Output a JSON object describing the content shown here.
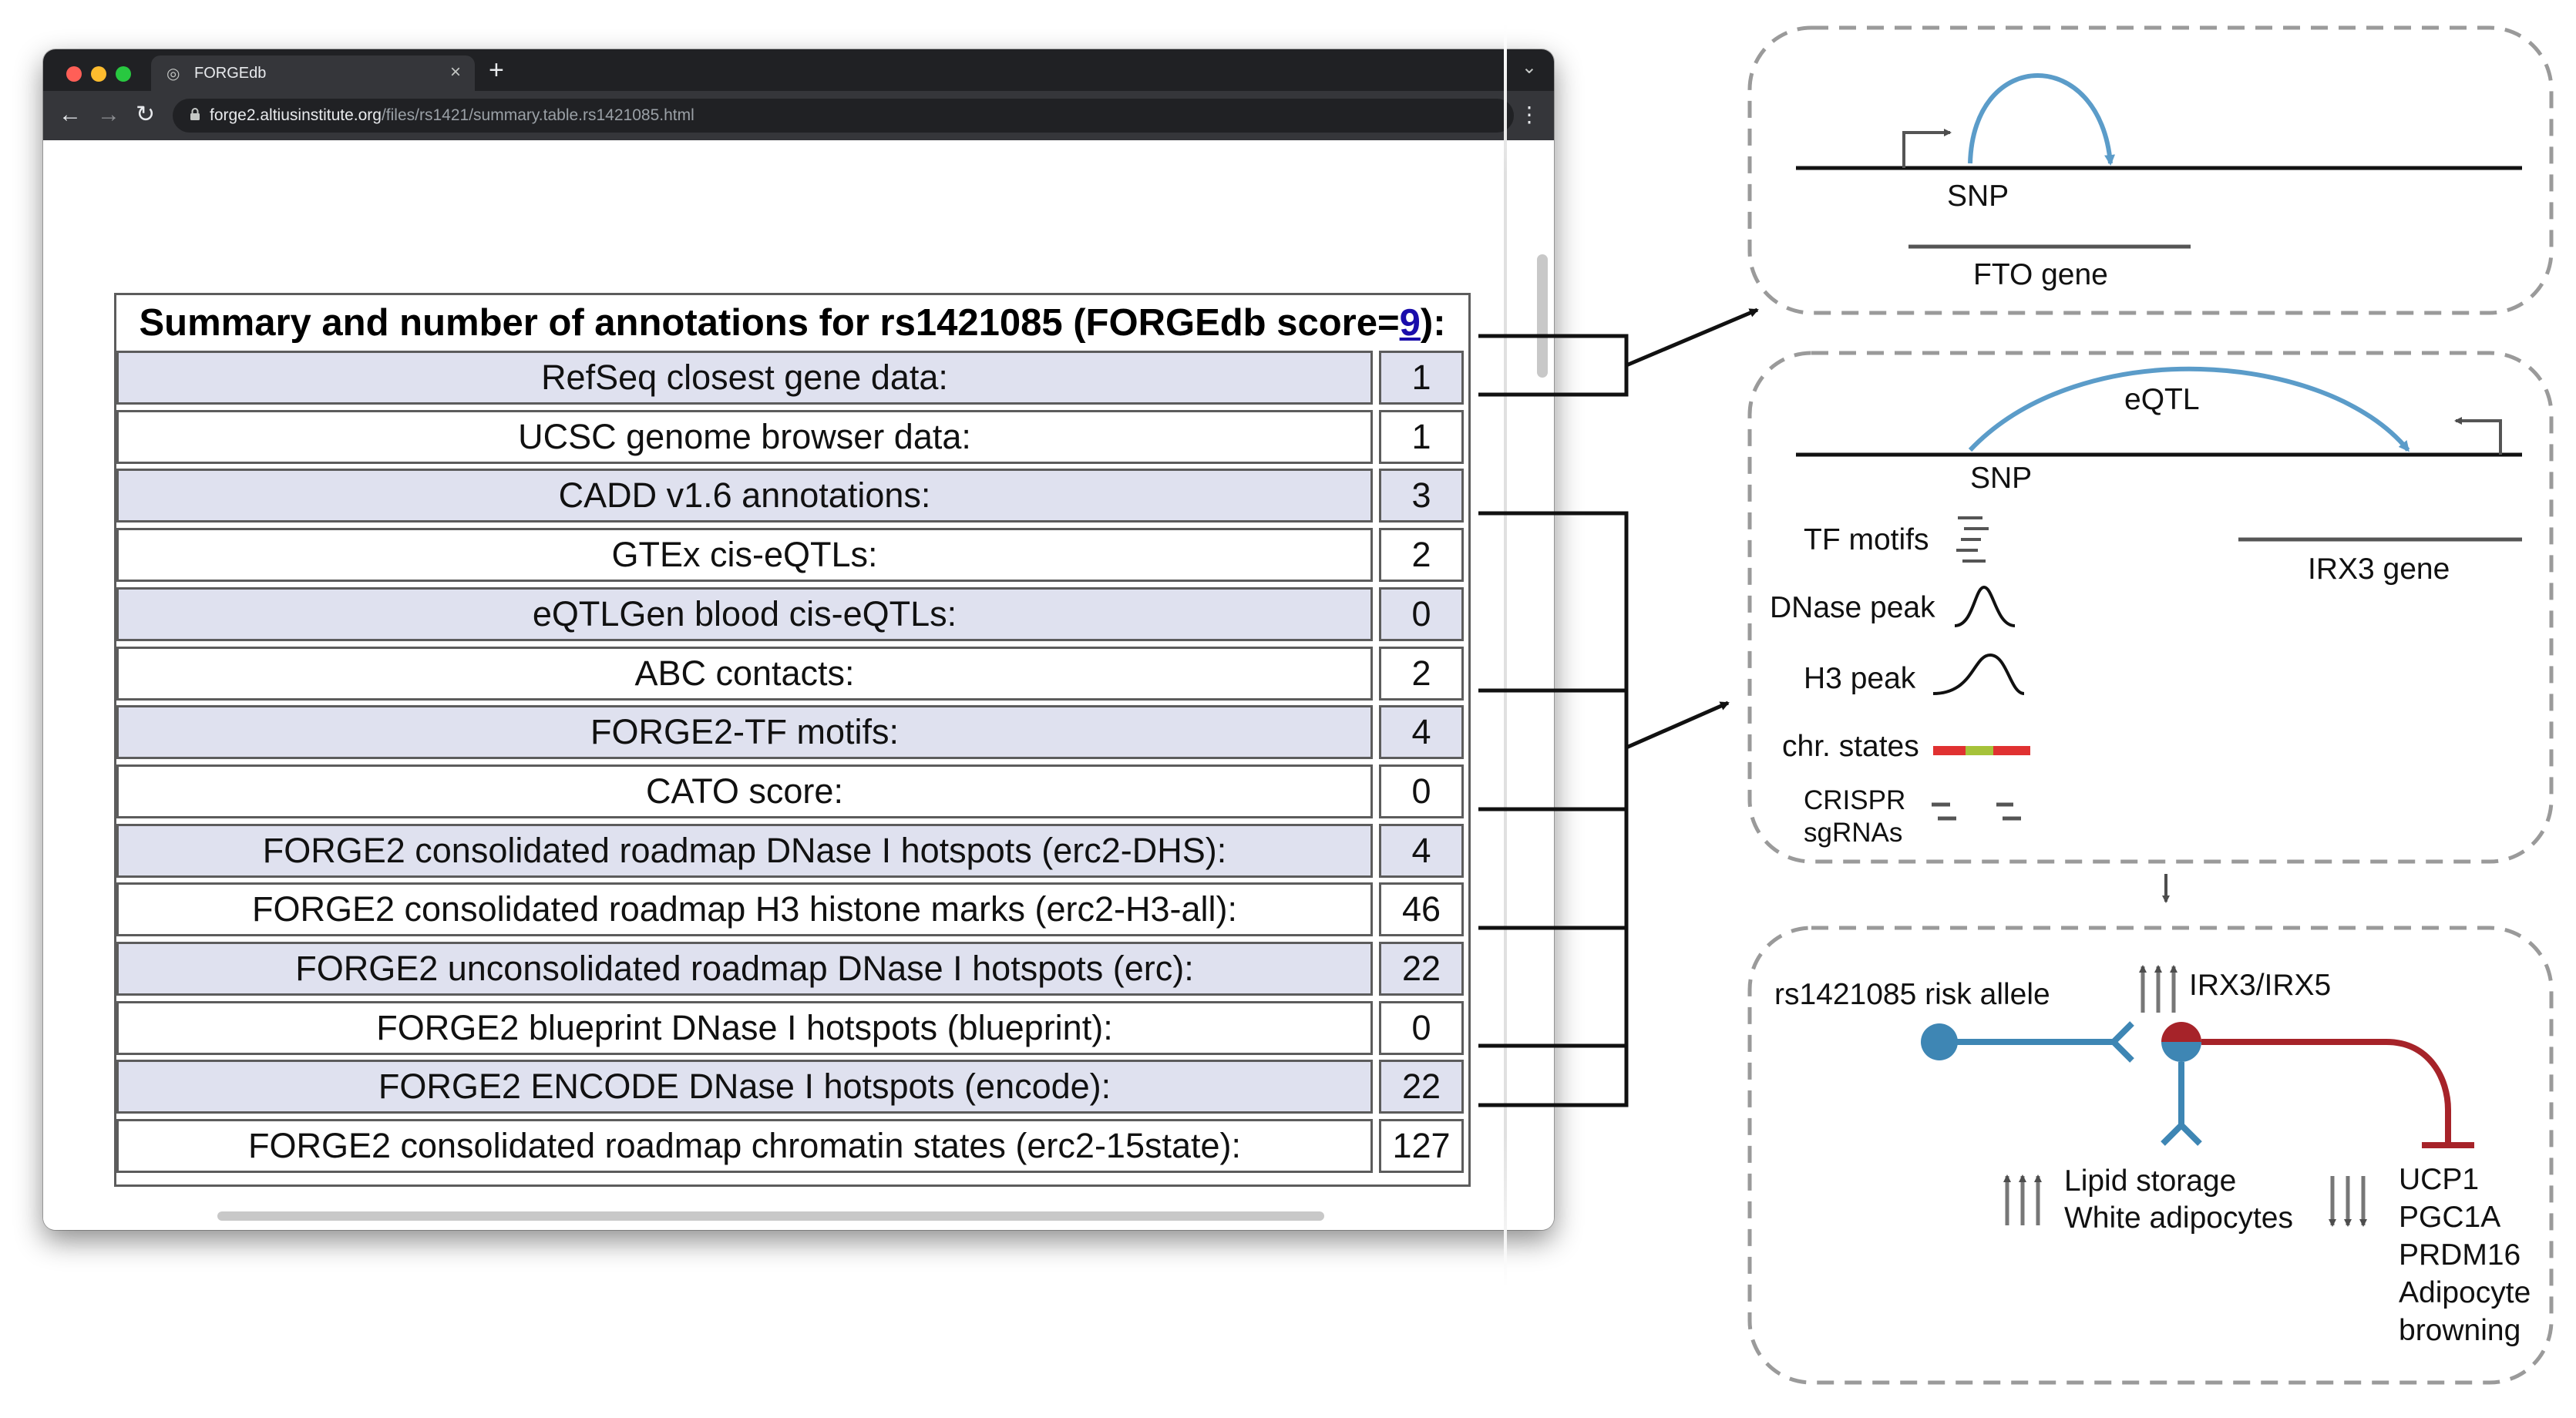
{
  "browser": {
    "tab_title": "FORGEdb",
    "tab_close": "×",
    "new_tab": "+",
    "tab_menu": "⌄",
    "url_host": "forge2.altiusinstitute.org",
    "url_path": "/files/rs1421/summary.table.rs1421085.html",
    "back_icon": "←",
    "forward_icon": "→",
    "reload_icon": "↻",
    "menu_icon": "⋮",
    "lock_icon": "🔒",
    "favicon": "◎"
  },
  "summary": {
    "title_prefix": "Summary and number of annotations for rs1421085 (FORGEdb score=",
    "score": "9",
    "title_suffix": "):",
    "rows": [
      {
        "label": "RefSeq closest gene data:",
        "value": "1"
      },
      {
        "label": "UCSC genome browser data:",
        "value": "1"
      },
      {
        "label": "CADD v1.6 annotations:",
        "value": "3"
      },
      {
        "label": "GTEx cis-eQTLs:",
        "value": "2"
      },
      {
        "label": "eQTLGen blood cis-eQTLs:",
        "value": "0"
      },
      {
        "label": "ABC contacts:",
        "value": "2"
      },
      {
        "label": "FORGE2-TF motifs:",
        "value": "4"
      },
      {
        "label": "CATO score:",
        "value": "0"
      },
      {
        "label": "FORGE2 consolidated roadmap DNase I hotspots (erc2-DHS):",
        "value": "4"
      },
      {
        "label": "FORGE2 consolidated roadmap H3 histone marks (erc2-H3-all):",
        "value": "46"
      },
      {
        "label": "FORGE2 unconsolidated roadmap DNase I hotspots (erc):",
        "value": "22"
      },
      {
        "label": "FORGE2 blueprint DNase I hotspots (blueprint):",
        "value": "0"
      },
      {
        "label": "FORGE2 ENCODE DNase I hotspots (encode):",
        "value": "22"
      },
      {
        "label": "FORGE2 consolidated roadmap chromatin states (erc2-15state):",
        "value": "127"
      }
    ]
  },
  "panel_fto": {
    "snp": "SNP",
    "gene": "FTO gene"
  },
  "panel_irx3": {
    "eqtl": "eQTL",
    "snp": "SNP",
    "gene": "IRX3 gene",
    "tf_motifs": "TF motifs",
    "dnase_peak": "DNase peak",
    "h3_peak": "H3 peak",
    "chr_states": "chr. states",
    "crispr_line1": "CRISPR",
    "crispr_line2": "sgRNAs"
  },
  "panel_mechanism": {
    "risk_allele": "rs1421085 risk allele",
    "irx": "IRX3/IRX5",
    "lipid_line1": "Lipid storage",
    "lipid_line2": "White adipocytes",
    "targets": [
      "UCP1",
      "PGC1A",
      "PRDM16",
      "Adipocyte",
      "browning"
    ]
  },
  "colors": {
    "arc_blue": "#5b9cc9",
    "pathway_blue": "#3e86b4",
    "pathway_red": "#a62329",
    "chr_red": "#e03131",
    "chr_green": "#a6c23a",
    "row_shade": "#dfe1ef",
    "dashed_border": "#9a9a9a"
  }
}
